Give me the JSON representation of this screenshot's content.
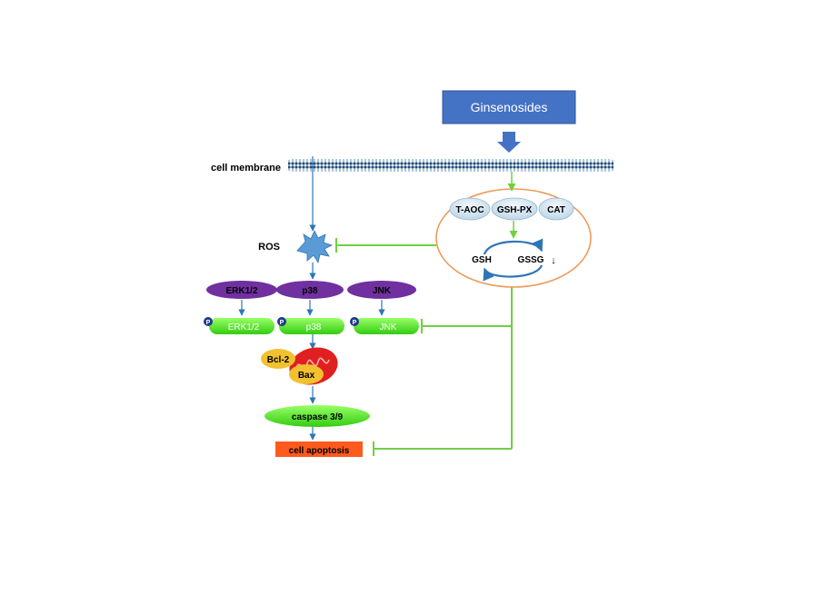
{
  "stimulus": {
    "label": "Ginsenosides",
    "color": "#4472c4"
  },
  "membrane": {
    "label": "cell membrane",
    "color": "#1f4e79"
  },
  "ros": {
    "label": "ROS",
    "color": "#5b9bd5"
  },
  "antioxidant": {
    "enzymes": [
      "T-AOC",
      "GSH-PX",
      "CAT"
    ],
    "gsh": "GSH",
    "gssg": "GSSG",
    "gssg_arrow": "↓",
    "outline_color": "#f4b183"
  },
  "mapk": {
    "kinases": [
      "ERK1/2",
      "p38",
      "JNK"
    ],
    "phospho_label": "P",
    "kinase_color": "#7030a0",
    "active_color": "#33ee33"
  },
  "mitochondria": {
    "bcl2": "Bcl-2",
    "bax": "Bax",
    "color": "#e02020",
    "protein_color": "#f2c130"
  },
  "caspase": {
    "label": "caspase 3/9",
    "color": "#66dd22"
  },
  "outcome": {
    "label": "cell apoptosis",
    "color": "#ff5a1e"
  },
  "connector_colors": {
    "activation": "#2e75b6",
    "inhibition": "#70d040"
  }
}
